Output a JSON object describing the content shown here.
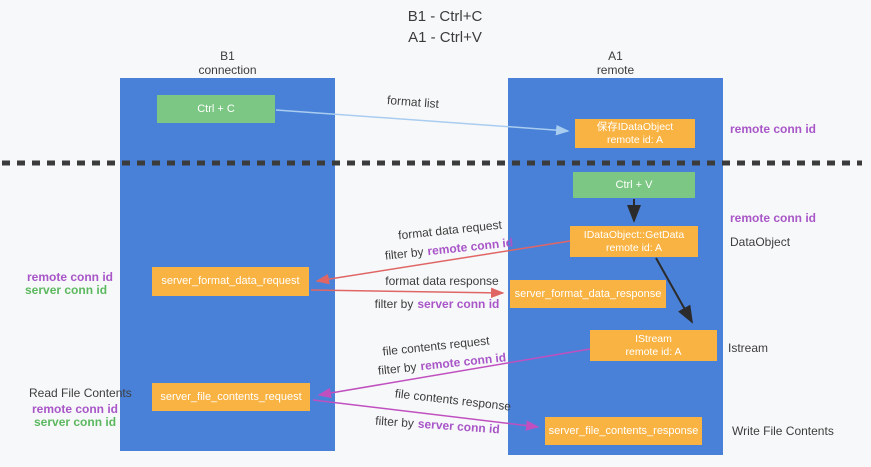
{
  "title": {
    "line1": "B1 - Ctrl+C",
    "line2": "A1 - Ctrl+V"
  },
  "columns": {
    "left": {
      "name": "B1",
      "role": "connection"
    },
    "right": {
      "name": "A1",
      "role": "remote"
    }
  },
  "nodes": {
    "ctrl_c": "Ctrl + C",
    "ctrl_v": "Ctrl + V",
    "save_idataobject": {
      "line1": "保存IDataObject",
      "line2": "remote id: A"
    },
    "getdata": {
      "line1": "IDataObject::GetData",
      "line2": "remote id: A"
    },
    "istream": {
      "line1": "IStream",
      "line2": "remote id: A"
    },
    "format_request": "server_format_data_request",
    "format_response": "server_format_data_response",
    "file_request": "server_file_contents_request",
    "file_response": "server_file_contents_response"
  },
  "edge_labels": {
    "format_list": "format list",
    "format_data_request": "format data request",
    "format_data_response": "format data response",
    "file_contents_request": "file contents request",
    "file_contents_response": "file contents response",
    "filter_by": "filter by",
    "remote_conn_id": "remote conn id",
    "server_conn_id": "server conn id"
  },
  "side_labels": {
    "remote_conn_id": "remote conn id",
    "server_conn_id": "server conn id",
    "dataobject": "DataObject",
    "istream": "Istream",
    "read_file_contents": "Read File Contents",
    "write_file_contents": "Write File Contents"
  },
  "colors": {
    "column_blue": "#4a81d8",
    "action_green": "#7cc783",
    "node_orange": "#f9b342",
    "arrow_red": "#e06666",
    "arrow_magenta": "#c050c0",
    "arrow_lightblue": "#a9cdf0",
    "arrow_black": "#2b2b2b",
    "label_purple": "#a856c8",
    "label_green": "#5cb85f"
  }
}
